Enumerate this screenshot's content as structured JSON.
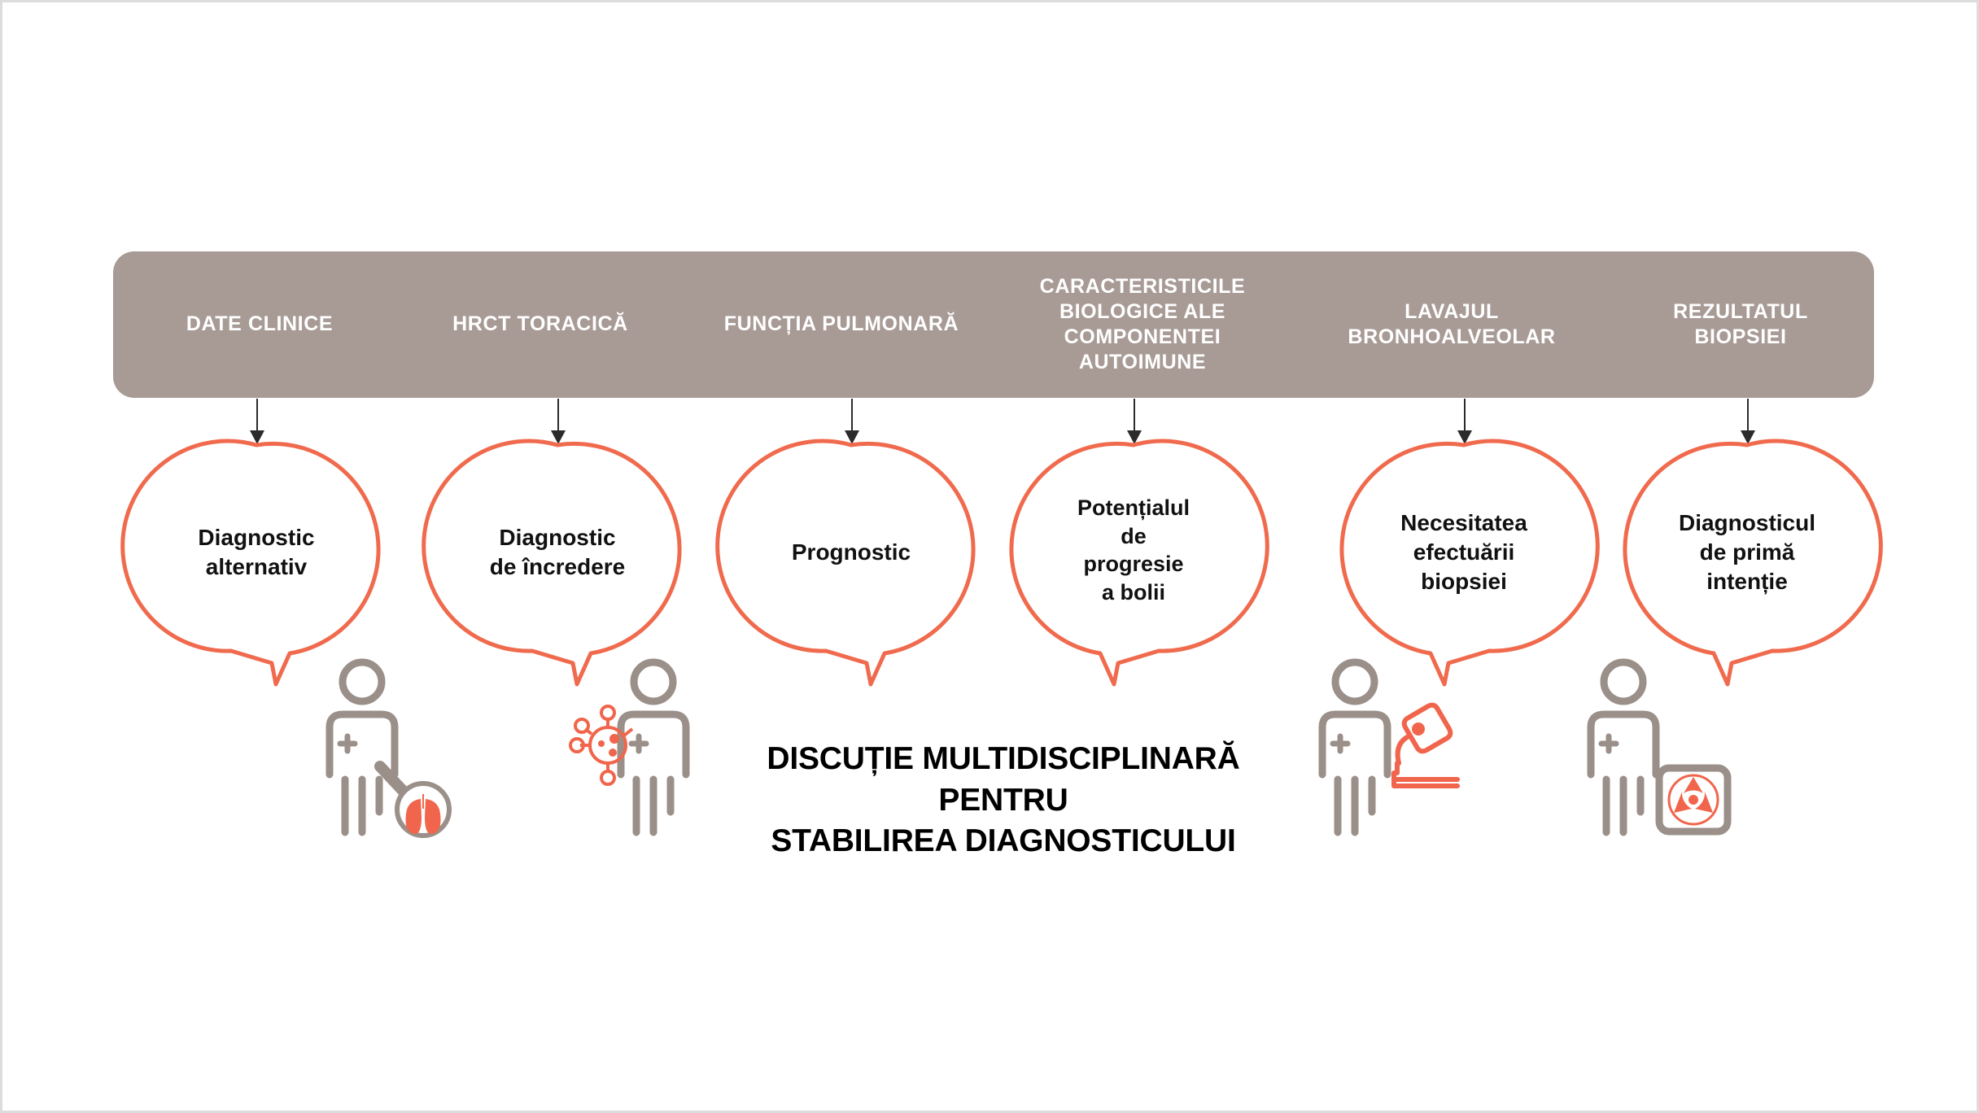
{
  "colors": {
    "banner_bg": "#a89b96",
    "banner_text": "#ffffff",
    "bubble_stroke": "#f06a4d",
    "figure_gray": "#9b8f89",
    "accent_coral": "#f06a4d",
    "arrow": "#2b2b2b",
    "page_bg": "#ffffff",
    "page_border": "#dcdcdc"
  },
  "banner": {
    "columns": [
      {
        "id": "date-clinice",
        "label": "DATE CLINICE",
        "lines": [
          "DATE CLINICE"
        ]
      },
      {
        "id": "hrct-toracica",
        "label": "HRCT TORACICĂ",
        "lines": [
          "HRCT TORACICĂ"
        ]
      },
      {
        "id": "functia-pulmonara",
        "label": "FUNCȚIA PULMONARĂ",
        "lines": [
          "FUNCȚIA PULMONARĂ"
        ]
      },
      {
        "id": "caracteristicile-autoimune",
        "label": "CARACTERISTICILE BIOLOGICE ALE COMPONENTEI AUTOIMUNE",
        "lines": [
          "CARACTERISTICILE",
          "BIOLOGICE ALE",
          "COMPONENTEI",
          "AUTOIMUNE"
        ]
      },
      {
        "id": "lavajul-bronhoalveolar",
        "label": "LAVAJUL BRONHOALVEOLAR",
        "lines": [
          "LAVAJUL",
          "BRONHOALVEOLAR"
        ]
      },
      {
        "id": "rezultatul-biopsiei",
        "label": "REZULTATUL BIOPSIEI",
        "lines": [
          "REZULTATUL",
          "BIOPSIEI"
        ]
      }
    ]
  },
  "bubbles": [
    {
      "id": "diagnostic-alternativ",
      "label": "Diagnostic alternativ",
      "lines": [
        "Diagnostic",
        "alternativ"
      ]
    },
    {
      "id": "diagnostic-de-incredere",
      "label": "Diagnostic de încredere",
      "lines": [
        "Diagnostic",
        "de încredere"
      ]
    },
    {
      "id": "prognostic",
      "label": "Prognostic",
      "lines": [
        "Prognostic"
      ]
    },
    {
      "id": "potentialul-de-progresie",
      "label": "Potențialul de progresie a bolii",
      "lines": [
        "Potențialul",
        "de",
        "progresie",
        "a bolii"
      ]
    },
    {
      "id": "necesitatea-biopsiei",
      "label": "Necesitatea efectuării biopsiei",
      "lines": [
        "Necesitatea",
        "efectuării",
        "biopsiei"
      ]
    },
    {
      "id": "diagnosticul-de-prima-intentie",
      "label": "Diagnosticul de primă intenție",
      "lines": [
        "Diagnosticul",
        "de primă",
        "intenție"
      ]
    }
  ],
  "figures": [
    {
      "id": "doctor-magnifier-lungs",
      "icon": "magnifier-lungs-icon",
      "icon_label": "Magnifier with lungs"
    },
    {
      "id": "doctor-virus",
      "icon": "virus-icon",
      "icon_label": "Virus particle"
    },
    {
      "id": "doctor-microscope",
      "icon": "microscope-icon",
      "icon_label": "Microscope"
    },
    {
      "id": "doctor-radiology",
      "icon": "radiation-screen-icon",
      "icon_label": "Radiation screen"
    }
  ],
  "center_title": {
    "text": "DISCUȚIE MULTIDISCIPLINARĂ PENTRU STABILIREA DIAGNOSTICULUI",
    "lines": [
      "DISCUȚIE MULTIDISCIPLINARĂ",
      "PENTRU",
      "STABILIREA DIAGNOSTICULUI"
    ],
    "line1": "DISCUȚIE MULTIDISCIPLINARĂ",
    "line2": "PENTRU",
    "line3": "STABILIREA DIAGNOSTICULUI"
  }
}
